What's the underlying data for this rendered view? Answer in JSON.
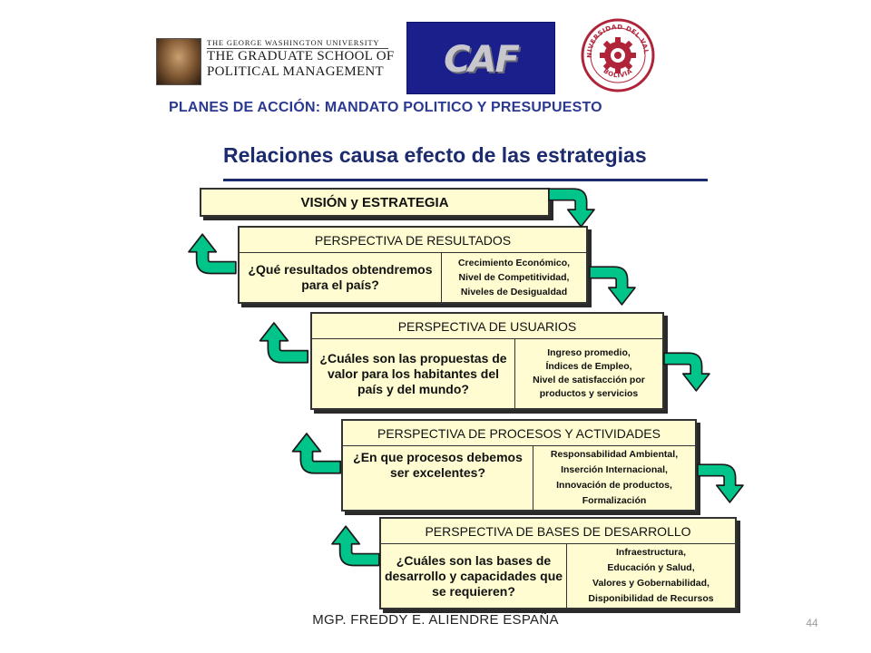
{
  "logos": {
    "gwu": {
      "line1": "THE GEORGE WASHINGTON UNIVERSITY",
      "line2": "THE GRADUATE SCHOOL OF",
      "line3": "POLITICAL MANAGEMENT"
    },
    "caf": {
      "text": "CAF"
    },
    "univalle": {
      "top": "UNIVERSIDAD DEL VALLE",
      "bottom": "BOLIVIA"
    }
  },
  "header": {
    "title": "PLANES DE ACCIÓN: MANDATO POLITICO Y PRESUPUESTO",
    "subtitle": "Relaciones causa efecto de las estrategias"
  },
  "vision": {
    "label": "VISIÓN y ESTRATEGIA"
  },
  "perspectives": [
    {
      "title": "PERSPECTIVA DE RESULTADOS",
      "question": "¿Qué resultados obtendremos para el país?",
      "indicators": [
        "Crecimiento Económico,",
        "Nivel de Competitividad,",
        "Niveles de Desigualdad"
      ]
    },
    {
      "title": "PERSPECTIVA DE USUARIOS",
      "question": "¿Cuáles son las propuestas de valor para los habitantes del país y del mundo?",
      "indicators": [
        "Ingreso promedio,",
        "Índices de Empleo,",
        "Nivel de satisfacción por productos y servicios"
      ]
    },
    {
      "title": "PERSPECTIVA DE PROCESOS Y ACTIVIDADES",
      "question": "¿En que procesos debemos ser excelentes?",
      "indicators": [
        "Responsabilidad Ambiental,",
        "Inserción Internacional,",
        "Innovación de productos,",
        "Formalización"
      ]
    },
    {
      "title": "PERSPECTIVA DE BASES DE DESARROLLO",
      "question": "¿Cuáles son las bases de desarrollo y capacidades que se requieren?",
      "indicators": [
        "Infraestructura,",
        "Educación y Salud,",
        "Valores y Gobernabilidad,",
        "Disponibilidad de Recursos"
      ]
    }
  ],
  "footer": {
    "author": "MGP. FREDDY E. ALIENDRE ESPAÑA",
    "page": "44"
  },
  "colors": {
    "box_fill": "#fefcd0",
    "arrow_fill": "#00c48a",
    "title_blue": "#2b3990"
  }
}
